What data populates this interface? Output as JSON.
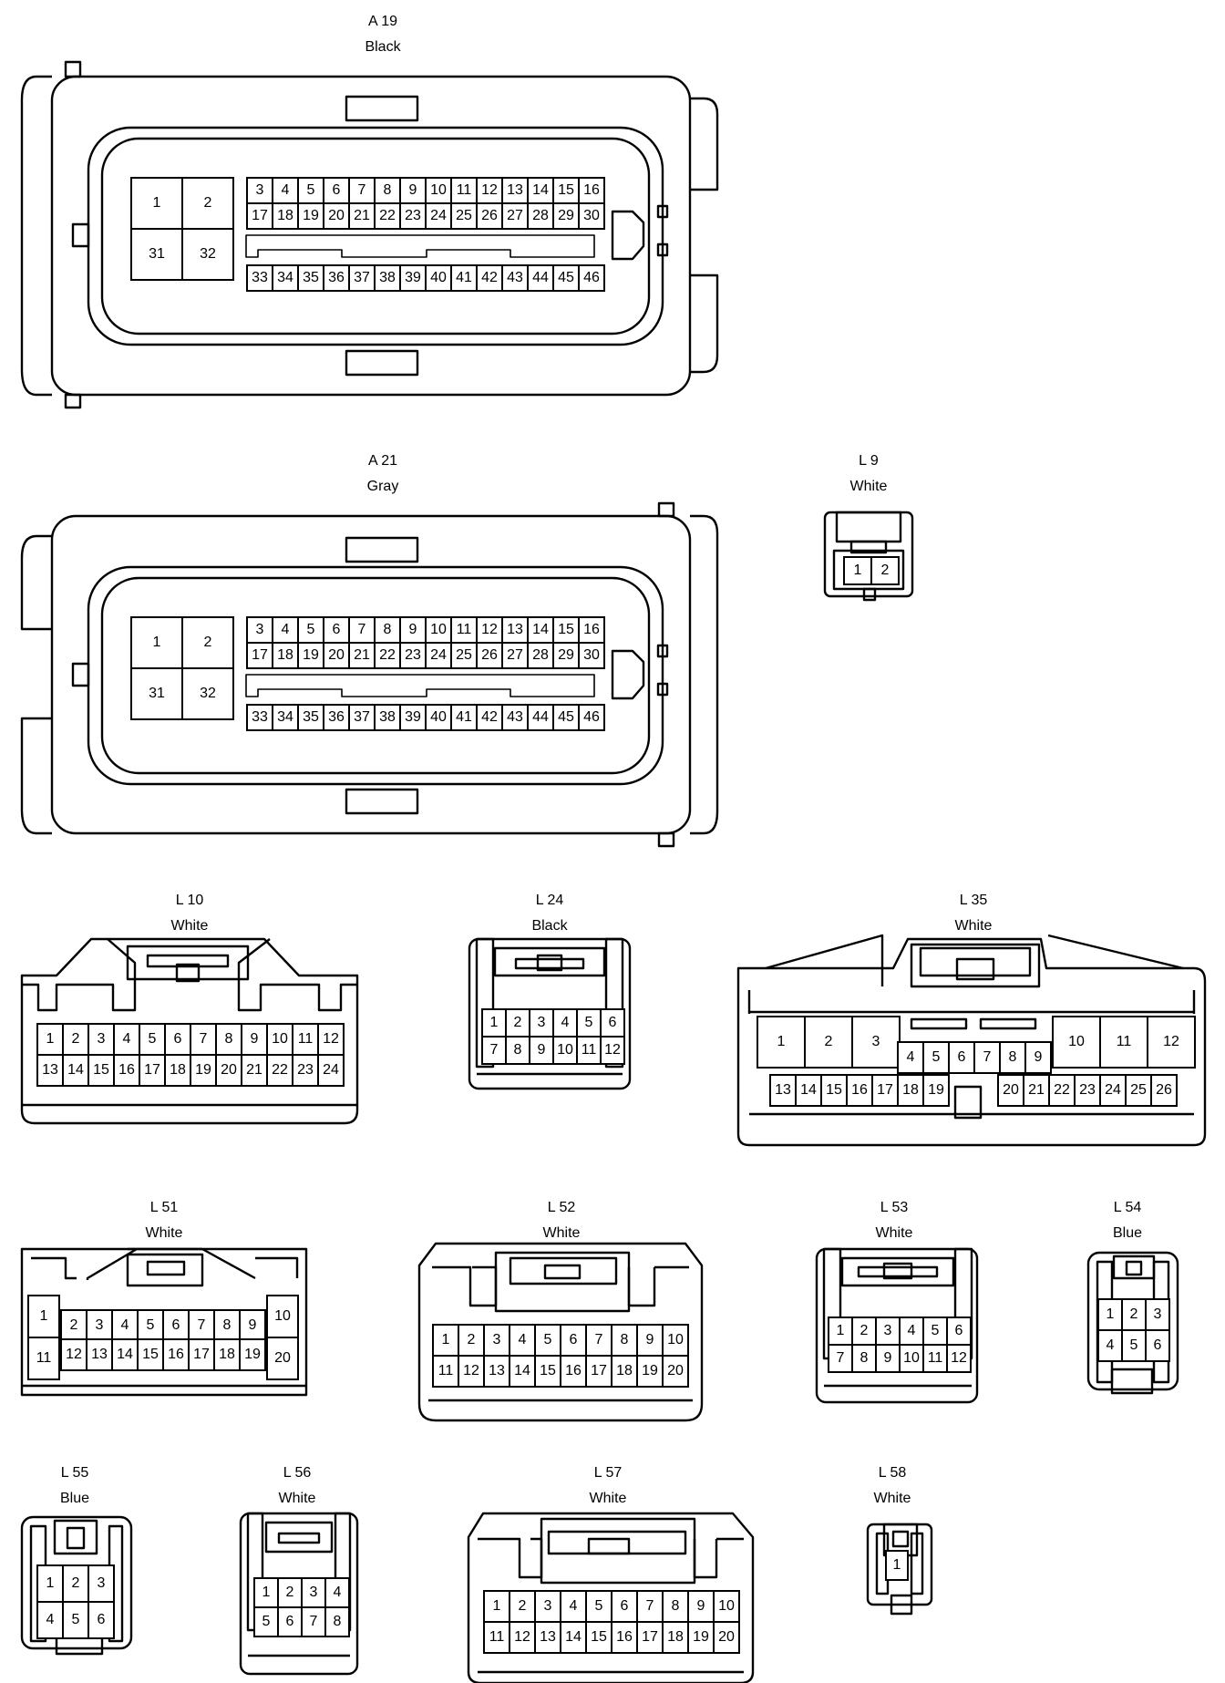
{
  "connectors": {
    "A19": {
      "name": "A 19",
      "color": "Black",
      "big": [
        [
          "1",
          "2"
        ],
        [
          "31",
          "32"
        ]
      ],
      "small": [
        [
          "3",
          "4",
          "5",
          "6",
          "7",
          "8",
          "9",
          "10",
          "11",
          "12",
          "13",
          "14",
          "15",
          "16"
        ],
        [
          "17",
          "18",
          "19",
          "20",
          "21",
          "22",
          "23",
          "24",
          "25",
          "26",
          "27",
          "28",
          "29",
          "30"
        ]
      ],
      "bottom": [
        [
          "33",
          "34",
          "35",
          "36",
          "37",
          "38",
          "39",
          "40",
          "41",
          "42",
          "43",
          "44",
          "45",
          "46"
        ]
      ]
    },
    "A21": {
      "name": "A 21",
      "color": "Gray",
      "big": [
        [
          "1",
          "2"
        ],
        [
          "31",
          "32"
        ]
      ],
      "small": [
        [
          "3",
          "4",
          "5",
          "6",
          "7",
          "8",
          "9",
          "10",
          "11",
          "12",
          "13",
          "14",
          "15",
          "16"
        ],
        [
          "17",
          "18",
          "19",
          "20",
          "21",
          "22",
          "23",
          "24",
          "25",
          "26",
          "27",
          "28",
          "29",
          "30"
        ]
      ],
      "bottom": [
        [
          "33",
          "34",
          "35",
          "36",
          "37",
          "38",
          "39",
          "40",
          "41",
          "42",
          "43",
          "44",
          "45",
          "46"
        ]
      ]
    },
    "L9": {
      "name": "L 9",
      "color": "White",
      "pins": [
        [
          "1",
          "2"
        ]
      ]
    },
    "L10": {
      "name": "L 10",
      "color": "White",
      "pins": [
        [
          "1",
          "2",
          "3",
          "4",
          "5",
          "6",
          "7",
          "8",
          "9",
          "10",
          "11",
          "12"
        ],
        [
          "13",
          "14",
          "15",
          "16",
          "17",
          "18",
          "19",
          "20",
          "21",
          "22",
          "23",
          "24"
        ]
      ]
    },
    "L24": {
      "name": "L 24",
      "color": "Black",
      "pins": [
        [
          "1",
          "2",
          "3",
          "4",
          "5",
          "6"
        ],
        [
          "7",
          "8",
          "9",
          "10",
          "11",
          "12"
        ]
      ]
    },
    "L35": {
      "name": "L 35",
      "color": "White",
      "left_big": [
        "1",
        "2",
        "3"
      ],
      "mid_top": [
        "4",
        "5",
        "6",
        "7",
        "8",
        "9"
      ],
      "right_big": [
        "10",
        "11",
        "12"
      ],
      "bottom_left": [
        "13",
        "14",
        "15",
        "16",
        "17",
        "18",
        "19"
      ],
      "bottom_right": [
        "20",
        "21",
        "22",
        "23",
        "24",
        "25",
        "26"
      ]
    },
    "L51": {
      "name": "L 51",
      "color": "White",
      "left": [
        "1",
        "11"
      ],
      "top": [
        "2",
        "3",
        "4",
        "5",
        "6",
        "7",
        "8",
        "9"
      ],
      "bottom": [
        "12",
        "13",
        "14",
        "15",
        "16",
        "17",
        "18",
        "19"
      ],
      "right": [
        "10",
        "20"
      ]
    },
    "L52": {
      "name": "L 52",
      "color": "White",
      "pins": [
        [
          "1",
          "2",
          "3",
          "4",
          "5",
          "6",
          "7",
          "8",
          "9",
          "10"
        ],
        [
          "11",
          "12",
          "13",
          "14",
          "15",
          "16",
          "17",
          "18",
          "19",
          "20"
        ]
      ]
    },
    "L53": {
      "name": "L 53",
      "color": "White",
      "pins": [
        [
          "1",
          "2",
          "3",
          "4",
          "5",
          "6"
        ],
        [
          "7",
          "8",
          "9",
          "10",
          "11",
          "12"
        ]
      ]
    },
    "L54": {
      "name": "L 54",
      "color": "Blue",
      "pins": [
        [
          "1",
          "2",
          "3"
        ],
        [
          "4",
          "5",
          "6"
        ]
      ]
    },
    "L55": {
      "name": "L 55",
      "color": "Blue",
      "pins": [
        [
          "1",
          "2",
          "3"
        ],
        [
          "4",
          "5",
          "6"
        ]
      ]
    },
    "L56": {
      "name": "L 56",
      "color": "White",
      "pins": [
        [
          "1",
          "2",
          "3",
          "4"
        ],
        [
          "5",
          "6",
          "7",
          "8"
        ]
      ]
    },
    "L57": {
      "name": "L 57",
      "color": "White",
      "pins": [
        [
          "1",
          "2",
          "3",
          "4",
          "5",
          "6",
          "7",
          "8",
          "9",
          "10"
        ],
        [
          "11",
          "12",
          "13",
          "14",
          "15",
          "16",
          "17",
          "18",
          "19",
          "20"
        ]
      ]
    },
    "L58": {
      "name": "L 58",
      "color": "White",
      "pins": [
        [
          "1"
        ]
      ]
    }
  }
}
